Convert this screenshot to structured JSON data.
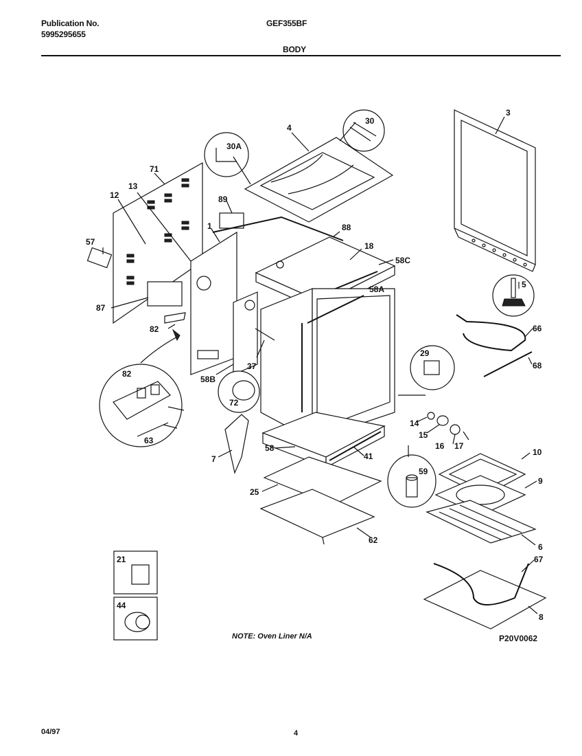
{
  "header": {
    "publication_label": "Publication No.",
    "publication_number": "5995295655",
    "model": "GEF355BF",
    "section": "BODY"
  },
  "note": "NOTE: Oven Liner N/A",
  "drawing_code": "P20V0062",
  "footer": {
    "date": "04/97",
    "page": "4"
  },
  "callouts": {
    "c3": "3",
    "c4": "4",
    "c30": "30",
    "c30a": "30A",
    "c71": "71",
    "c12": "12",
    "c13": "13",
    "c89": "89",
    "c1": "1",
    "c88": "88",
    "c18": "18",
    "c58c": "58C",
    "c57": "57",
    "c58a": "58A",
    "c5": "5",
    "c87": "87",
    "c66": "66",
    "c68": "68",
    "c82a": "82",
    "c29": "29",
    "c37": "37",
    "c58b": "58B",
    "c82b": "82",
    "c72": "72",
    "c14": "14",
    "c15": "15",
    "c16": "16",
    "c17": "17",
    "c63": "63",
    "c7": "7",
    "c58": "58",
    "c41": "41",
    "c10": "10",
    "c59": "59",
    "c9": "9",
    "c25": "25",
    "c6": "6",
    "c62": "62",
    "c21": "21",
    "c67": "67",
    "c44": "44",
    "c8": "8"
  }
}
